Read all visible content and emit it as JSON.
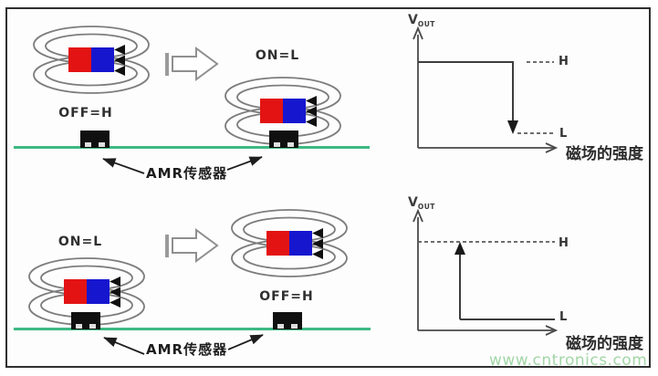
{
  "colors": {
    "magnet_red": "#e31313",
    "magnet_blue": "#1616cf",
    "ground_green": "#3db982",
    "field_gray": "#7d7d7d",
    "ink": "#333333",
    "watermark_green": "#a2d6a7"
  },
  "top_row": {
    "left_state": "OFF=H",
    "right_state": "ON=L",
    "sensor_annotation": "AMR传感器"
  },
  "bottom_row": {
    "left_state": "ON=L",
    "right_state": "OFF=H",
    "sensor_annotation": "AMR传感器"
  },
  "top_graph": {
    "y_axis_label": "V",
    "y_axis_label_sub": "OUT",
    "high_label": "H",
    "low_label": "L",
    "x_axis_label": "磁场的强度"
  },
  "bottom_graph": {
    "y_axis_label": "V",
    "y_axis_label_sub": "OUT",
    "high_label": "H",
    "low_label": "L",
    "x_axis_label": "磁场的强度"
  },
  "watermark": "www.cntronics.com"
}
